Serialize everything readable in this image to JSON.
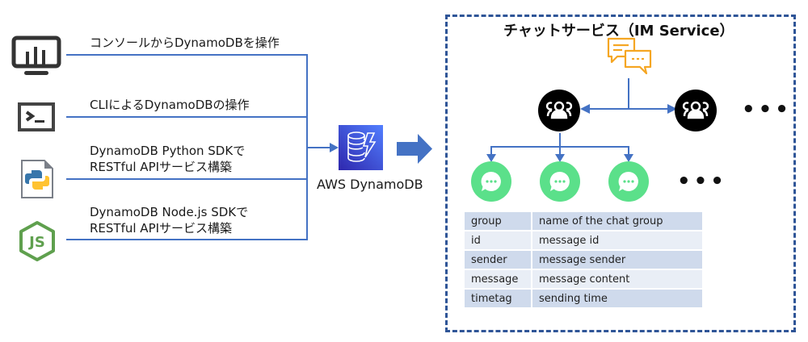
{
  "sources": [
    {
      "icon": "monitor-chart-icon",
      "label_lines": [
        "コンソールからDynamoDBを操作"
      ]
    },
    {
      "icon": "terminal-icon",
      "label_lines": [
        "CLIによるDynamoDBの操作"
      ]
    },
    {
      "icon": "python-file-icon",
      "label_lines": [
        "DynamoDB Python SDKで",
        "RESTful APIサービス構築"
      ]
    },
    {
      "icon": "nodejs-icon",
      "label_lines": [
        "DynamoDB Node.js SDKで",
        "RESTful APIサービス構築"
      ]
    }
  ],
  "dynamodb": {
    "label": "AWS DynamoDB"
  },
  "service": {
    "title": "チャットサービス（IM Service）",
    "more_groups": "•••",
    "more_messages": "•••"
  },
  "schema_table": {
    "rows": [
      {
        "key": "group",
        "desc": "name of the chat group"
      },
      {
        "key": "id",
        "desc": "message id"
      },
      {
        "key": "sender",
        "desc": "message sender"
      },
      {
        "key": "message",
        "desc": "message content"
      },
      {
        "key": "timetag",
        "desc": "sending time"
      }
    ]
  },
  "colors": {
    "connector": "#4472C4",
    "dashed_border": "#2F5597",
    "chat_icon": "#F5A623",
    "group_node": "#000000",
    "message_node": "#5BE08A",
    "dynamodb_dark": "#2E27AD",
    "dynamodb_light": "#527FFF"
  }
}
